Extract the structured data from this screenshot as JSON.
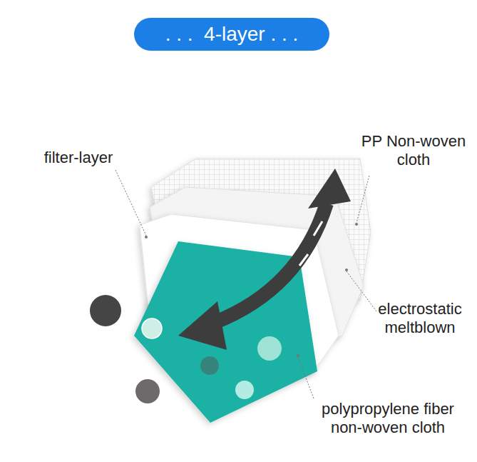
{
  "diagram": {
    "title": ". . .  4-layer . . .",
    "labels": [
      "filter-layer",
      "PP Non-woven cloth",
      "electrostatic meltblown",
      "polypropylene fiber non-woven cloth"
    ]
  }
}
